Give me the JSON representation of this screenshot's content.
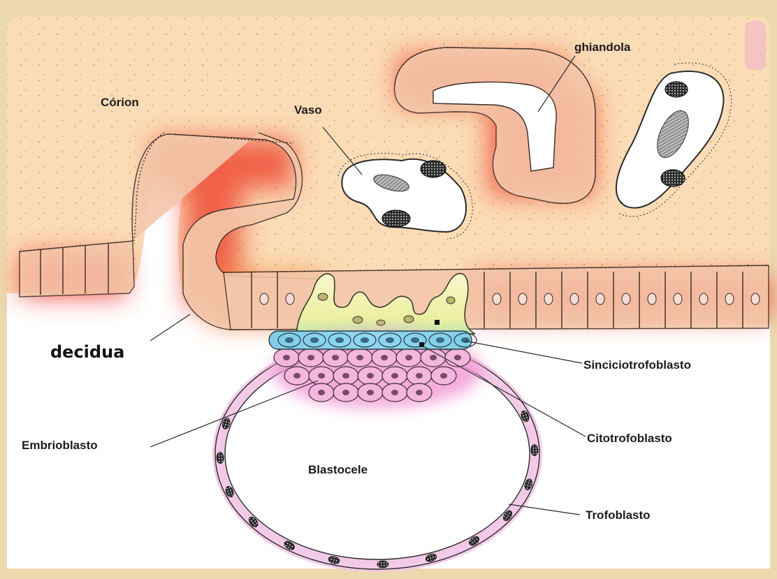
{
  "labels": {
    "corion": "Córion",
    "vaso": "Vaso",
    "ghiandola": "ghiandola",
    "decidua": "decidua",
    "sinciziotrofoblasto": "Sinciciotrofoblasto",
    "citotrofoblasto": "Citotrofoblasto",
    "embrioblasto": "Embrioblasto",
    "blastocele": "Blastocele",
    "trofoblasto": "Trofoblasto"
  },
  "colors": {
    "frame": "#ecd9b0",
    "stroma": "#fbdcb7",
    "epithelium": "#f3c8a8",
    "epithelium_glow": "#e83a32",
    "syncytio": "#f1f0a8",
    "cytotrophoblast": "#8fd5f0",
    "embryoblast": "#f1a9d2",
    "trophoblast": "#f6d4e8"
  }
}
